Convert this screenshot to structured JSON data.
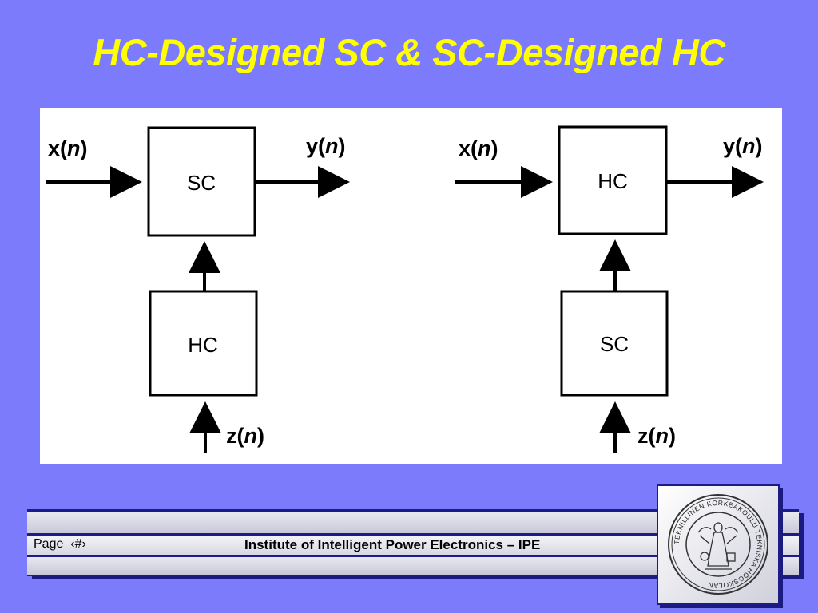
{
  "slide": {
    "title": "HC-Designed SC & SC-Designed HC"
  },
  "diagram": {
    "left": {
      "main_block": "SC",
      "control_block": "HC",
      "input": {
        "name": "x",
        "arg": "n"
      },
      "output": {
        "name": "y",
        "arg": "n"
      },
      "control_input": {
        "name": "z",
        "arg": "n"
      }
    },
    "right": {
      "main_block": "HC",
      "control_block": "SC",
      "input": {
        "name": "x",
        "arg": "n"
      },
      "output": {
        "name": "y",
        "arg": "n"
      },
      "control_input": {
        "name": "z",
        "arg": "n"
      }
    }
  },
  "footer": {
    "page_label": "Page  ‹#›",
    "institute": "Institute of Intelligent Power Electronics – IPE"
  },
  "logo": {
    "icon": "university-seal-icon",
    "text": "TEKNILLINEN KORKEAKOULU TEKNISKA HÖGSKOLAN"
  },
  "colors": {
    "background": "#7b7bfb",
    "title": "#ffff00",
    "footer": "#1c1c88"
  }
}
